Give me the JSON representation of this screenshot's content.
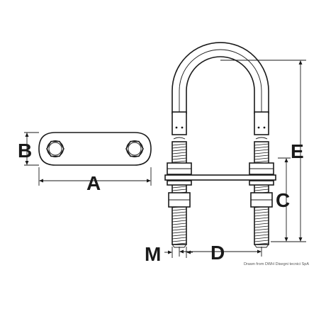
{
  "labels": {
    "a": "A",
    "b": "B",
    "c": "C",
    "d": "D",
    "e": "E",
    "m": "M"
  },
  "credit": "Drawn from DWH Disegni tecnici SpA",
  "colors": {
    "line": "#1a1a1a",
    "background": "#ffffff"
  }
}
